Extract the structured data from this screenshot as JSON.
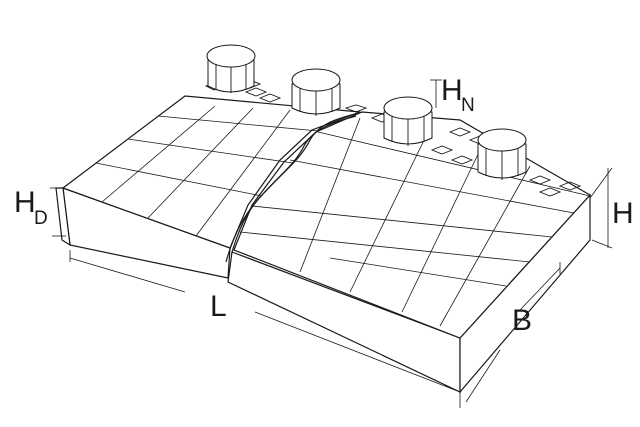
{
  "labels": {
    "hd_main": "H",
    "hd_sub": "D",
    "hn_main": "H",
    "hn_sub": "N",
    "h": "H",
    "l": "L",
    "b": "B"
  },
  "colors": {
    "line": "#1a1a1a",
    "background": "#ffffff"
  }
}
